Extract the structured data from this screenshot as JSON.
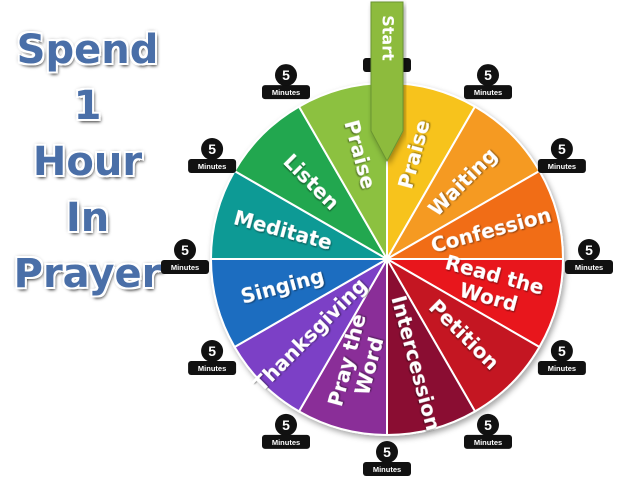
{
  "title": {
    "lines": [
      "Spend 1",
      "Hour",
      "In",
      "Prayer"
    ]
  },
  "start_label": "Start",
  "segments": [
    {
      "label": [
        "Praise"
      ],
      "color": "#f7c31d",
      "minutes": "5",
      "unit": "Minutes"
    },
    {
      "label": [
        "Waiting"
      ],
      "color": "#f59a22",
      "minutes": "5",
      "unit": "Minutes"
    },
    {
      "label": [
        "Confession"
      ],
      "color": "#f16d17",
      "minutes": "5",
      "unit": "Minutes"
    },
    {
      "label": [
        "Read the",
        "Word"
      ],
      "color": "#e8131b",
      "minutes": "5",
      "unit": "Minutes"
    },
    {
      "label": [
        "Petition"
      ],
      "color": "#c41724",
      "minutes": "5",
      "unit": "Minutes"
    },
    {
      "label": [
        "Intercession"
      ],
      "color": "#8a1030",
      "minutes": "5",
      "unit": "Minutes"
    },
    {
      "label": [
        "Pray the",
        "Word"
      ],
      "color": "#8a2f98",
      "minutes": "5",
      "unit": "Minutes"
    },
    {
      "label": [
        "Thanksgiving"
      ],
      "color": "#7b3fc6",
      "minutes": "5",
      "unit": "Minutes"
    },
    {
      "label": [
        "Singing"
      ],
      "color": "#1e6dc0",
      "minutes": "5",
      "unit": "Minutes"
    },
    {
      "label": [
        "Meditate"
      ],
      "color": "#0f9a95",
      "minutes": "5",
      "unit": "Minutes"
    },
    {
      "label": [
        "Listen"
      ],
      "color": "#22a750",
      "minutes": "5",
      "unit": "Minutes"
    },
    {
      "label": [
        "Praise"
      ],
      "color": "#8cc13f",
      "minutes": "5",
      "unit": "Minutes"
    }
  ],
  "colors": {
    "pointer": "#8dbb3c",
    "badge": "#111111",
    "title": "#4a6fa8"
  }
}
